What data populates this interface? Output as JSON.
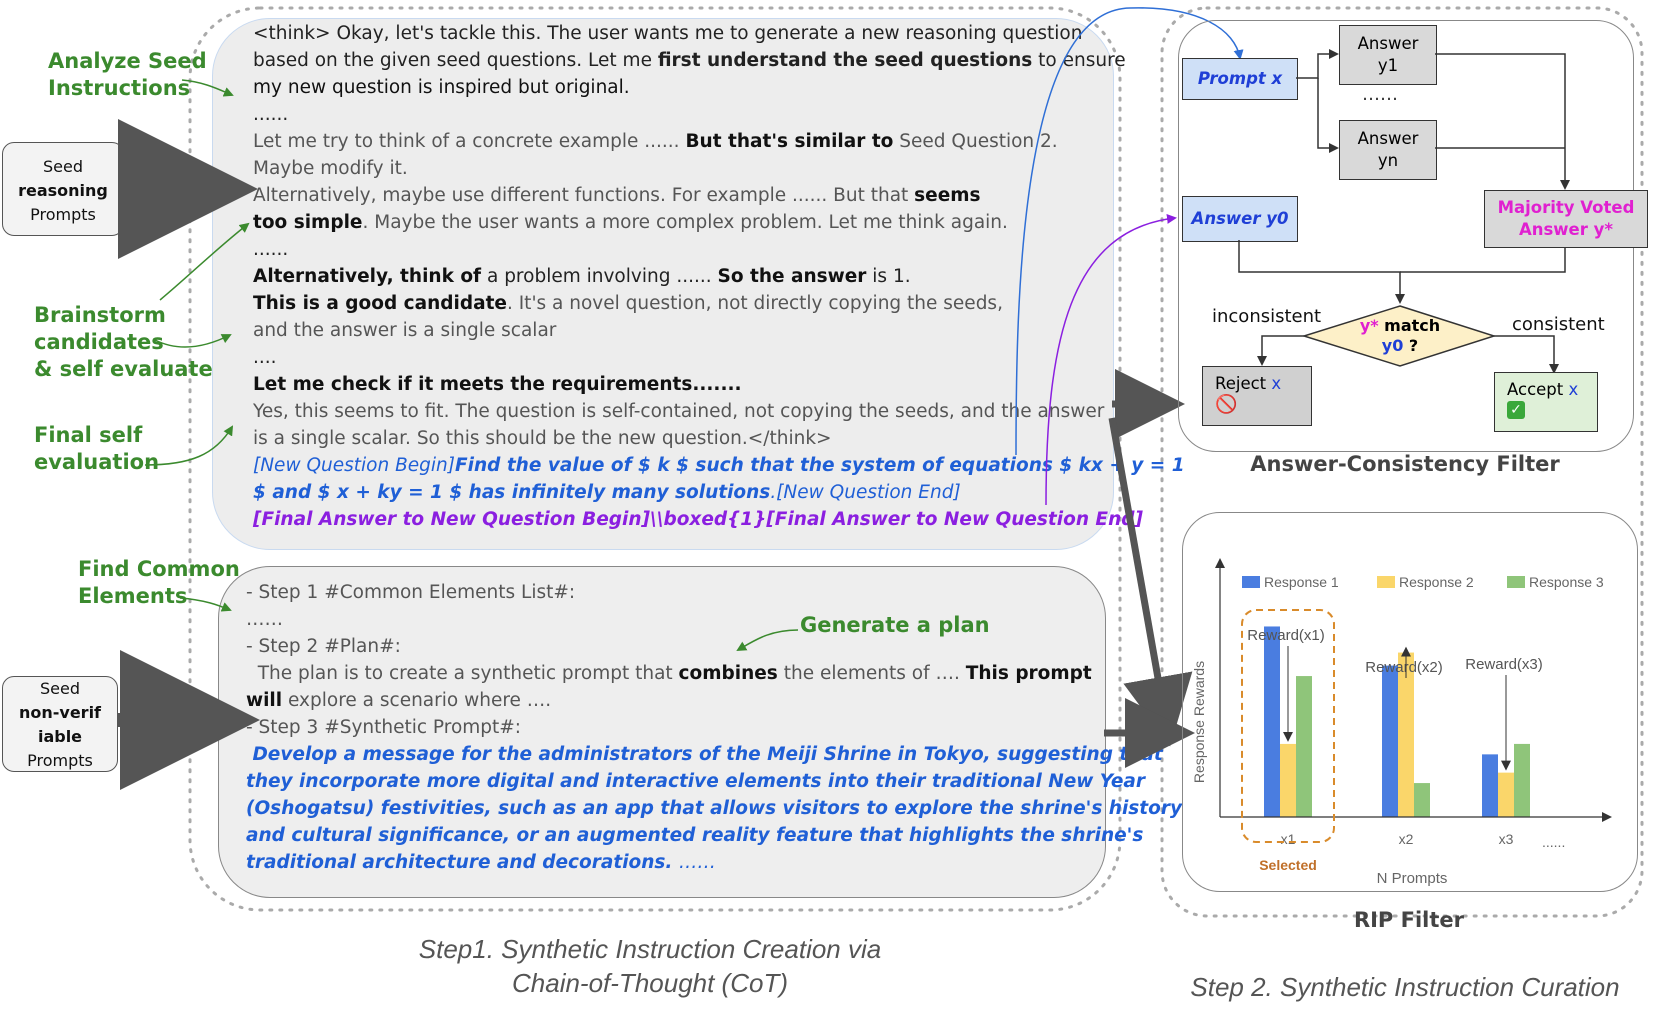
{
  "annotations": {
    "analyze_seed": [
      "Analyze Seed",
      "Instructions"
    ],
    "brainstorm": [
      "Brainstorm",
      "candidates",
      "& self evaluate"
    ],
    "final_self": [
      "Final self",
      "evaluation"
    ],
    "find_common": [
      "Find Common",
      "Elements"
    ],
    "generate_plan": "Generate a plan"
  },
  "seed_boxes": {
    "reasoning": {
      "top": "Seed",
      "middle": "reasoning",
      "bottom": "Prompts"
    },
    "nonverif": {
      "top": "Seed",
      "middle1": "non-verif",
      "middle2": "iable",
      "bottom": "Prompts"
    }
  },
  "cot_panel": {
    "l1": "<think> Okay, let's tackle this. The user wants me to generate a new reasoning question",
    "l2a": "based on the given seed questions. Let me ",
    "l2b": "first understand the seed questions",
    "l2c": " to ensure",
    "l3": "my new question is inspired but original.",
    "l4": "......",
    "l5a": "Let me try to think of a concrete example ...... ",
    "l5b": "But that's similar to",
    "l5c": " Seed Question 2.",
    "l6": "Maybe modify it.",
    "l7a": "Alternatively, maybe use different functions. For example ......  But that ",
    "l7b": "seems",
    "l8a": "too simple",
    "l8b": ". Maybe the user wants a more complex problem. Let me think again.",
    "l9": "......",
    "l10a": "Alternatively, think of",
    "l10b": " a problem involving ...... ",
    "l10c": "So the answer",
    "l10d": " is 1.",
    "l11a": "This is a good candidate",
    "l11b": ". It's a novel question, not directly copying the seeds,",
    "l12": "and the answer is a single scalar",
    "l13": "....",
    "l14": "Let me check if it meets the requirements.......",
    "l15": "Yes, this seems to fit. The question is self-contained, not copying the seeds, and the answer",
    "l16": "is a single scalar. So this should be the new question.</think>",
    "l17a": "[New Question Begin]",
    "l17b": "Find the value of $ k $ such that the system of equations $ kx + y = 1",
    "l18a": "$ and $ x + ky = 1 $ has infinitely many solutions",
    "l18b": ".[New Question End]",
    "l19": "[Final Answer to New Question Begin]\\\\boxed{1}[Final Answer to New Question End]"
  },
  "plan_panel": {
    "l1": "- Step 1 #Common Elements List#:",
    "l2": "……",
    "l3": "- Step 2 #Plan#:",
    "l4a": "  The plan is to create a synthetic prompt that ",
    "l4b": "combines",
    "l4c": " the elements of …. ",
    "l4d": "This prompt",
    "l5a": "will",
    "l5b": " explore a scenario where ….",
    "l6": "- Step 3 #Synthetic Prompt#:",
    "l7": " Develop a message for the administrators of the Meiji Shrine in Tokyo, suggesting that",
    "l8": "they incorporate more digital and interactive elements into their traditional New Year",
    "l9": "(Oshogatsu) festivities, such as an app that allows visitors to explore the shrine's history",
    "l10": "and cultural significance, or an augmented reality feature that highlights the shrine's",
    "l11a": "traditional architecture and decorations. ",
    "l11b": "……"
  },
  "consistency": {
    "prompt": "Prompt x",
    "answer1": [
      "Answer",
      "y1"
    ],
    "dots": "……",
    "answern": [
      "Answer",
      "yn"
    ],
    "answer0": "Answer y0",
    "majority": [
      "Majority Voted",
      "Answer y*"
    ],
    "inconsistent": "inconsistent",
    "consistent": "consistent",
    "match1a": "y*",
    "match1b": " match",
    "match2a": "y0",
    "match2b": " ?",
    "reject": "Reject",
    "accept": "Accept",
    "x": "x",
    "title": "Answer-Consistency Filter"
  },
  "rip": {
    "title": "RIP Filter",
    "selected": "Selected",
    "reward_labels": [
      "Reward(x1)",
      "Reward(x2)",
      "Reward(x3)"
    ],
    "xdots": "......"
  },
  "chart_data": {
    "type": "bar",
    "categories": [
      "x1",
      "x2",
      "x3"
    ],
    "series": [
      {
        "name": "Response 1",
        "values": [
          0.73,
          0.58,
          0.24
        ]
      },
      {
        "name": "Response 2",
        "values": [
          0.28,
          0.63,
          0.17
        ]
      },
      {
        "name": "Response 3",
        "values": [
          0.54,
          0.13,
          0.28
        ]
      }
    ],
    "xlabel": "N Prompts",
    "ylabel": "Response Rewards",
    "ylim": [
      0,
      1
    ],
    "legend": "top",
    "grid": false,
    "colors": [
      "#4a7de0",
      "#fad66a",
      "#8fc57a"
    ]
  },
  "captions": {
    "step1": [
      "Step1. Synthetic Instruction Creation via",
      "Chain-of-Thought (CoT)"
    ],
    "step2": "Step 2. Synthetic Instruction Curation"
  },
  "colors": {
    "green": "#3b8a2e",
    "blue_text": "#1f5fd6",
    "purple_text": "#8b1fe0",
    "magenta": "#e020d0",
    "orange": "#d98b2b"
  }
}
